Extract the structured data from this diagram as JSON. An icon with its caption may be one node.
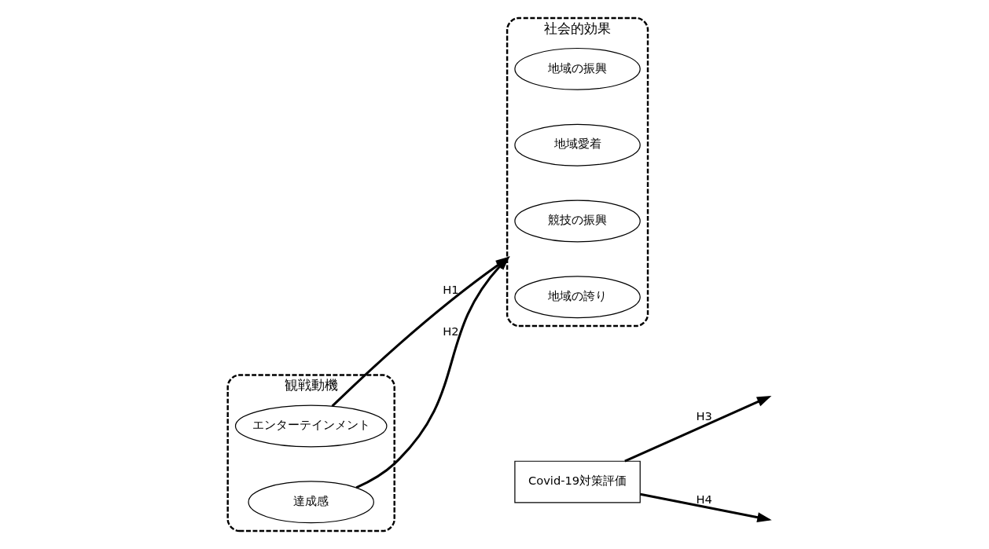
{
  "diagram": {
    "nodes": [
      {
        "text": [
          "観戦動機"
        ]
      },
      {
        "text": [
          "エンターテインメント"
        ],
        "in": 0
      },
      {
        "text": [
          "達成感"
        ],
        "in": 0
      },
      {
        "text": [
          "社会的効果"
        ]
      },
      {
        "text": [
          "地域の振興"
        ],
        "in": 3
      },
      {
        "text": [
          "地域愛着"
        ],
        "in": 3
      },
      {
        "text": [
          "競技の振興"
        ],
        "in": 3
      },
      {
        "text": [
          "地域の誇り"
        ],
        "in": 3
      },
      {
        "text": [
          "Covid-19対策評価"
        ]
      }
    ],
    "edges": [
      {
        "from": 1,
        "to": 3,
        "arrow": "to",
        "label": "H1"
      },
      {
        "from": 2,
        "to": 3,
        "arrow": "to",
        "label": "H2"
      },
      {
        "from": 8,
        "to": null,
        "arrow": "to",
        "label": "H3"
      },
      {
        "from": 8,
        "to": null,
        "arrow": "to",
        "label": "H4"
      }
    ]
  }
}
